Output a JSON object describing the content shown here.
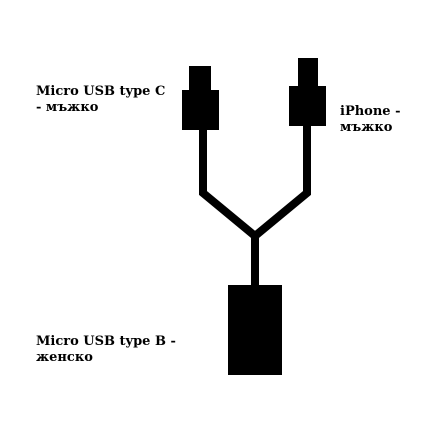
{
  "labels": {
    "micro_usb_c": {
      "line1": "Micro USB type C",
      "line2": "- мъжко"
    },
    "iphone": {
      "line1": "iPhone -",
      "line2": "мъжко"
    },
    "micro_usb_b": {
      "line1": "Micro USB type B -",
      "line2": "женско"
    }
  },
  "colors": {
    "cable": "#000000",
    "background": "#ffffff",
    "text": "#000000"
  }
}
